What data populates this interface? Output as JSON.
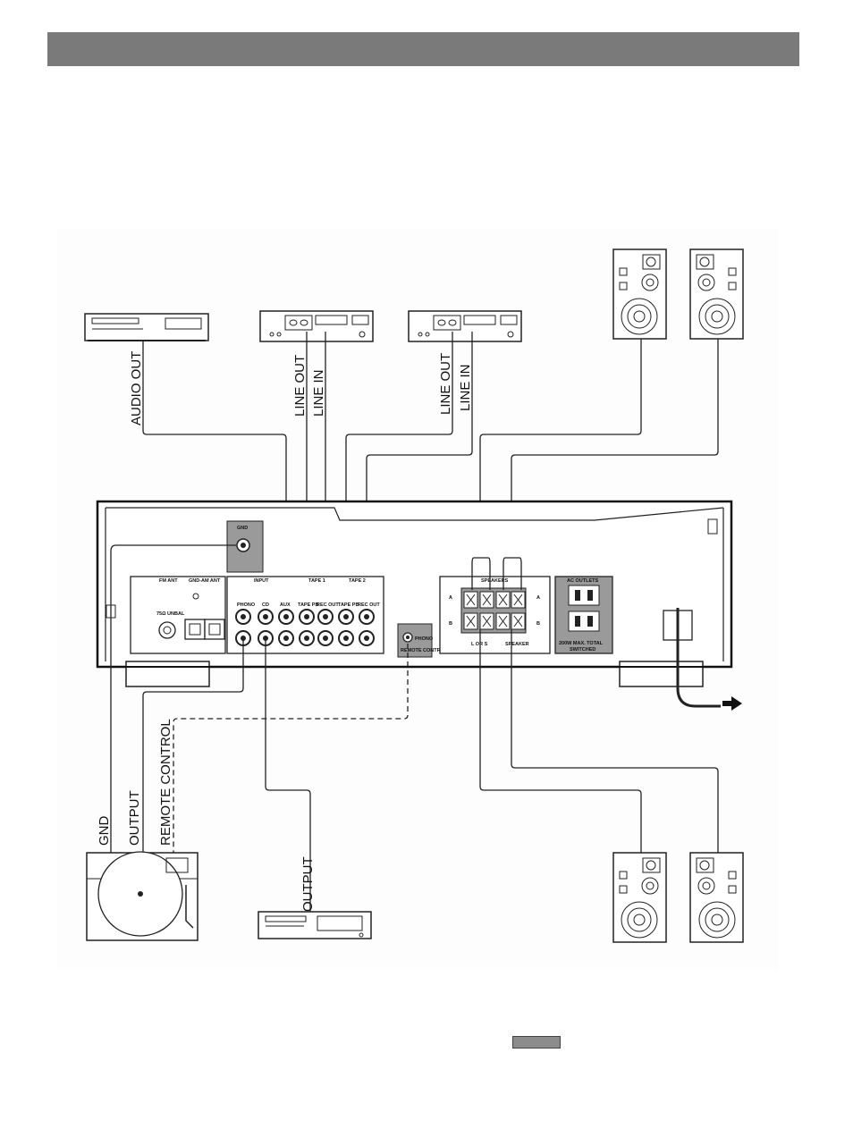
{
  "source_labels": {
    "cd_audio_out": "AUDIO OUT",
    "tape1_line_out": "LINE OUT",
    "tape1_line_in": "LINE IN",
    "tape2_line_out": "LINE OUT",
    "tape2_line_in": "LINE IN",
    "turntable_gnd": "GND",
    "turntable_output": "OUTPUT",
    "turntable_remote": "REMOTE CONTROL",
    "deck_output": "OUTPUT"
  },
  "panel": {
    "gnd": "GND",
    "fm_ant": "FM ANT",
    "gnd_am_ant": "GND-AM ANT",
    "unbal": "75Ω UNBAL",
    "input": "INPUT",
    "phono": "PHONO",
    "cd": "CD",
    "aux": "AUX",
    "tape1": "TAPE 1",
    "tape2": "TAPE 2",
    "tape_pb": "TAPE PB",
    "rec_out": "REC OUT",
    "remote_phono": "PHONO",
    "remote_control": "REMOTE CONTROL",
    "speakers": "SPEAKERS",
    "row_a": "A",
    "row_b": "B",
    "ac_outlets": "AC OUTLETS",
    "ac_rating": "200W MAX. TOTAL",
    "ac_switched": "SWITCHED",
    "spk_note_left": "L OR S",
    "spk_note_right": "SPEAKER"
  },
  "colors": {
    "header": "#7a7a7a",
    "panel_gray": "#9a9a9a",
    "line": "#222222"
  }
}
